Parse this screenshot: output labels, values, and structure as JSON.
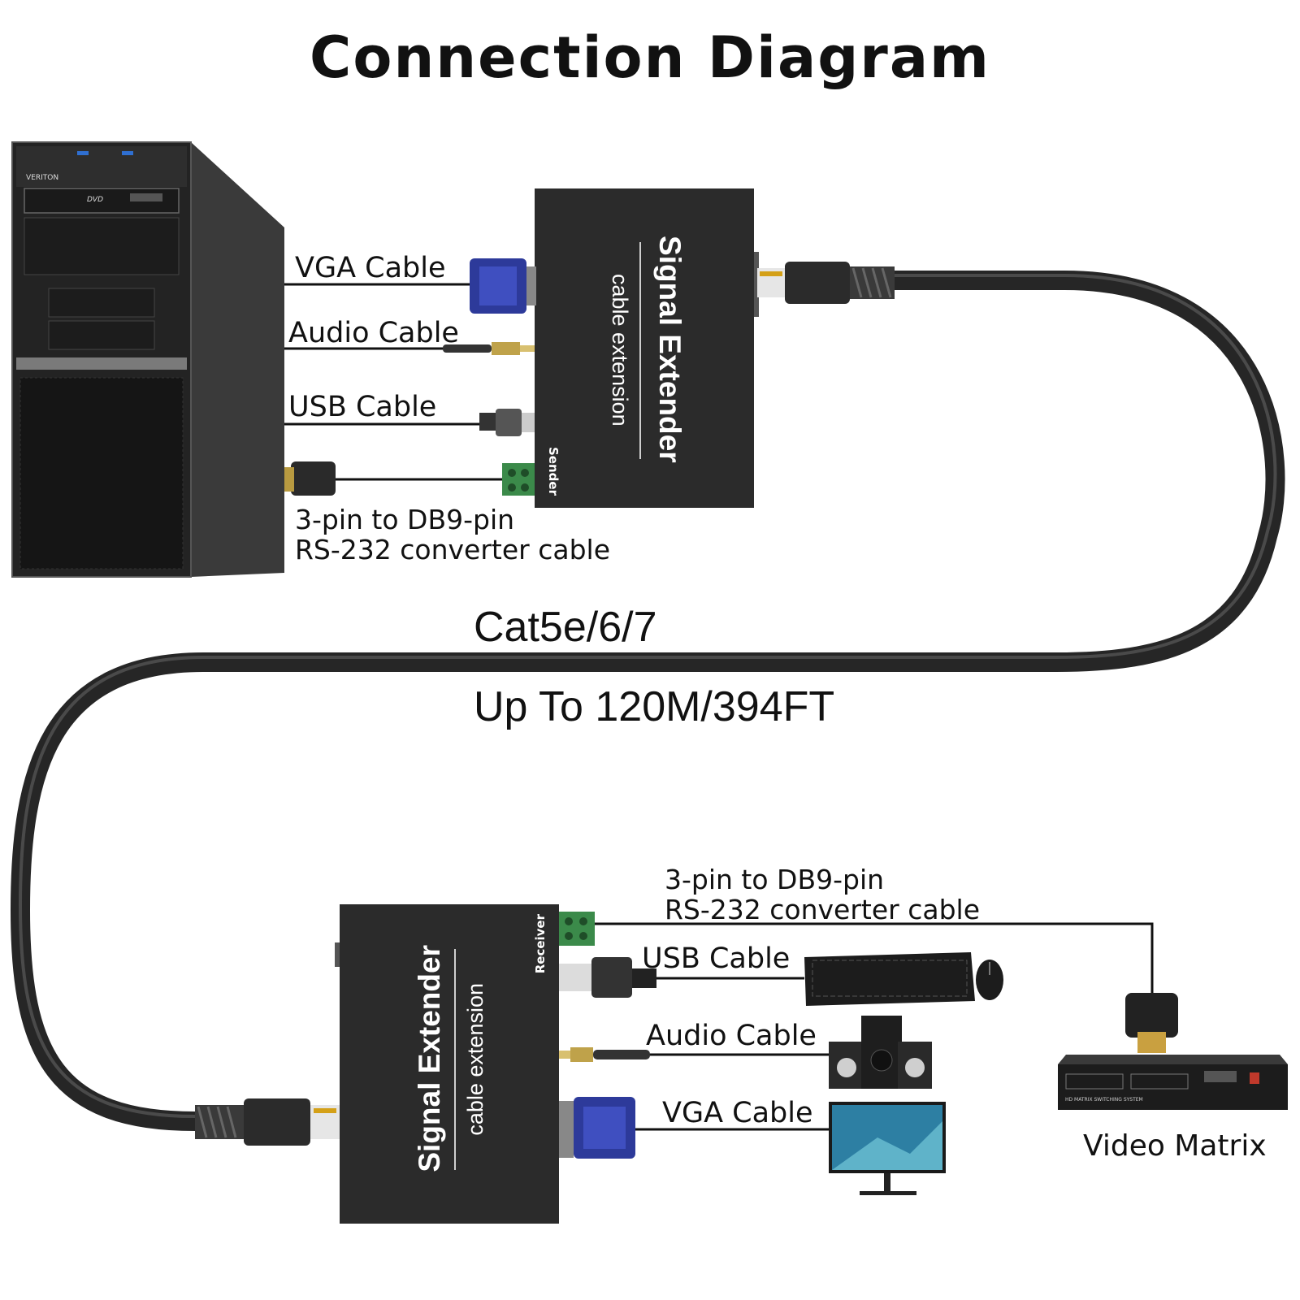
{
  "title": "Connection Diagram",
  "pc_brand": "VERITON",
  "pc_drive": "DVD",
  "sender": {
    "name": "Signal Extender",
    "subtitle": "cable extension",
    "tag": "Sender",
    "labels": {
      "vga": "VGA Cable",
      "audio": "Audio Cable",
      "usb": "USB Cable",
      "rs232_line1": "3-pin to DB9-pin",
      "rs232_line2": "RS-232 converter cable"
    }
  },
  "cable": {
    "type": "Cat5e/6/7",
    "distance": "Up To 120M/394FT"
  },
  "receiver": {
    "name": "Signal Extender",
    "subtitle": "cable extension",
    "tag": "Receiver",
    "labels": {
      "rs232_line1": "3-pin to DB9-pin",
      "rs232_line2": "RS-232 converter cable",
      "usb": "USB Cable",
      "audio": "Audio Cable",
      "vga": "VGA Cable"
    }
  },
  "matrix": {
    "label": "Video Matrix",
    "plate": "HD MATRIX SWITCHING SYSTEM"
  }
}
